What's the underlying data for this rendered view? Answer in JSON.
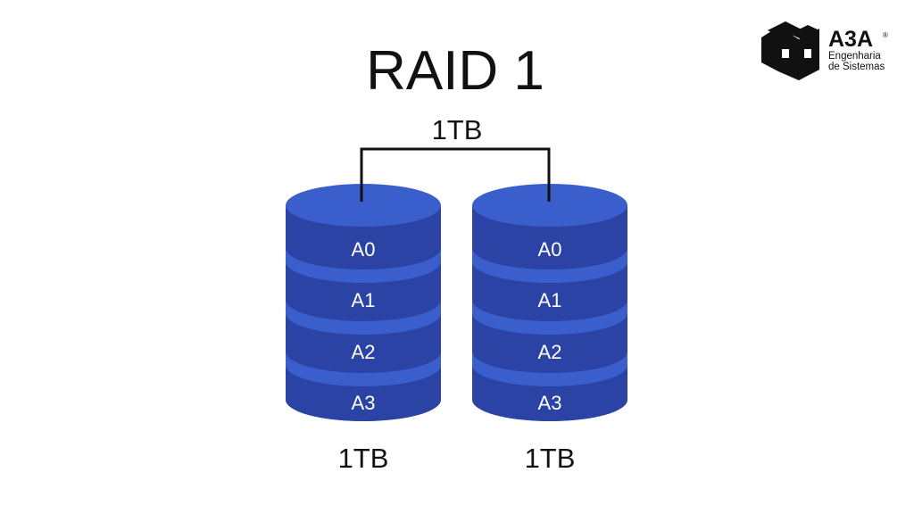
{
  "title": "RAID 1",
  "array_capacity": "1TB",
  "disks": [
    {
      "capacity": "1TB",
      "blocks": [
        "A0",
        "A1",
        "A2",
        "A3"
      ]
    },
    {
      "capacity": "1TB",
      "blocks": [
        "A0",
        "A1",
        "A2",
        "A3"
      ]
    }
  ],
  "logo": {
    "name": "A3A",
    "registered": "®",
    "line1": "Engenharia",
    "line2": "de Sistemas"
  },
  "colors": {
    "disk_body": "#2c43a6",
    "disk_light": "#3a5fcc",
    "text": "#111111"
  }
}
